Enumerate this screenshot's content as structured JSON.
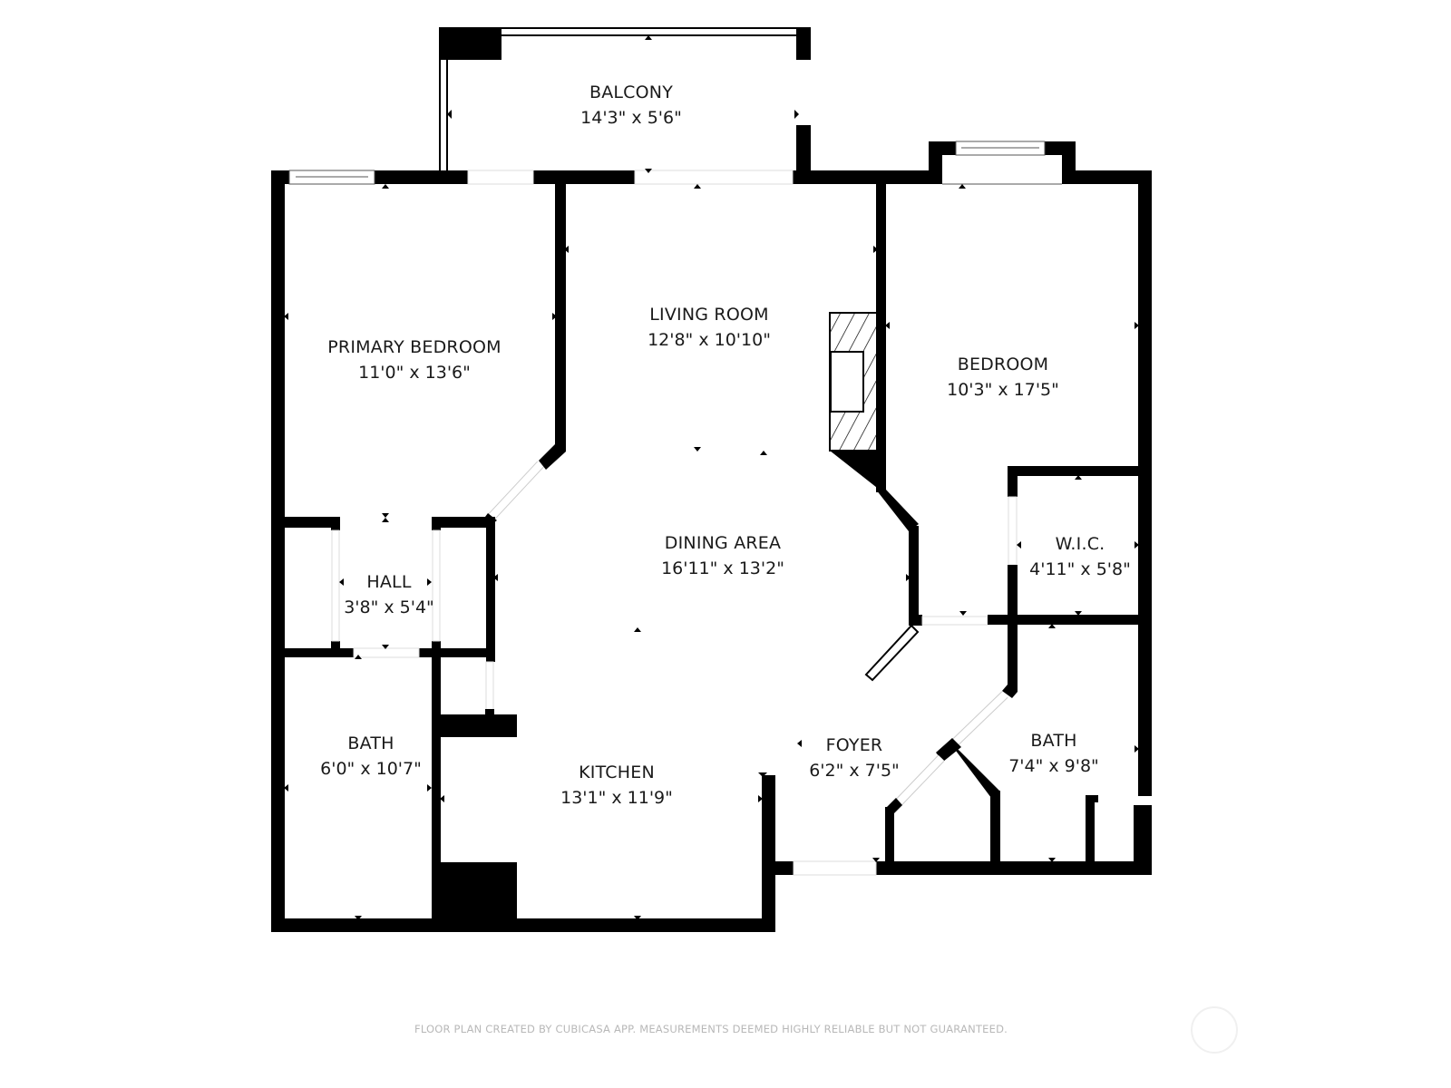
{
  "floor_plan": {
    "rooms": [
      {
        "id": "balcony",
        "name": "BALCONY",
        "dimensions": "14'3\" x 5'6\""
      },
      {
        "id": "living_room",
        "name": "LIVING ROOM",
        "dimensions": "12'8\" x 10'10\""
      },
      {
        "id": "primary_bedroom",
        "name": "PRIMARY BEDROOM",
        "dimensions": "11'0\" x 13'6\""
      },
      {
        "id": "bedroom",
        "name": "BEDROOM",
        "dimensions": "10'3\" x 17'5\""
      },
      {
        "id": "dining_area",
        "name": "DINING AREA",
        "dimensions": "16'11\" x 13'2\""
      },
      {
        "id": "wic",
        "name": "W.I.C.",
        "dimensions": "4'11\" x 5'8\""
      },
      {
        "id": "hall",
        "name": "HALL",
        "dimensions": "3'8\" x 5'4\""
      },
      {
        "id": "bath_left",
        "name": "BATH",
        "dimensions": "6'0\" x 10'7\""
      },
      {
        "id": "foyer",
        "name": "FOYER",
        "dimensions": "6'2\" x 7'5\""
      },
      {
        "id": "bath_right",
        "name": "BATH",
        "dimensions": "7'4\" x 9'8\""
      },
      {
        "id": "kitchen",
        "name": "KITCHEN",
        "dimensions": "13'1\" x 11'9\""
      }
    ],
    "colors": {
      "wall": "#000000",
      "background": "#ffffff",
      "footer_text": "#b8b8b8"
    }
  },
  "footer": {
    "disclaimer": "FLOOR PLAN CREATED BY CUBICASA APP. MEASUREMENTS DEEMED HIGHLY RELIABLE BUT NOT GUARANTEED."
  }
}
